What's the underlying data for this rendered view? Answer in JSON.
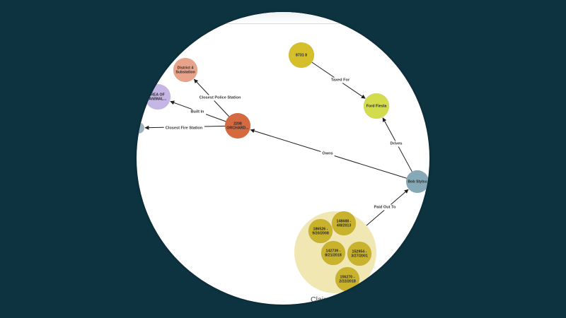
{
  "colors": {
    "background": "#0d3340",
    "canvas": "#ffffff",
    "edge": "#1e1e1e",
    "group_fill": "#ede3a4"
  },
  "nodes": [
    {
      "id": "plate",
      "lines": [
        "8731 8"
      ],
      "color": "#d5bf2b"
    },
    {
      "id": "ford",
      "lines": [
        "Ford Fiesta"
      ],
      "color": "#d2dc4c"
    },
    {
      "id": "substation",
      "lines": [
        "District 4",
        "Substation"
      ],
      "color": "#e8a38a"
    },
    {
      "id": "area",
      "lines": [
        "REA OF",
        "ANIMAL..."
      ],
      "color": "#c6b6e6"
    },
    {
      "id": "address",
      "lines": [
        "2208",
        "ORCHARD..."
      ],
      "color": "#d5693f"
    },
    {
      "id": "bob",
      "lines": [
        "Bob Stylss"
      ],
      "color": "#86a9b8"
    },
    {
      "id": "claim1",
      "lines": [
        "186526 -",
        "9/20/2008"
      ],
      "color": "#c9b22c"
    },
    {
      "id": "claim2",
      "lines": [
        "148688 -",
        "4/8/2013"
      ],
      "color": "#c9b22c"
    },
    {
      "id": "claim3",
      "lines": [
        "142739 -",
        "8/21/2018"
      ],
      "color": "#c9b22c"
    },
    {
      "id": "claim4",
      "lines": [
        "152954 -",
        "3/27/2001"
      ],
      "color": "#c9b22c"
    },
    {
      "id": "claim5",
      "lines": [
        "156270 -",
        "2/22/2018"
      ],
      "color": "#c9b22c"
    }
  ],
  "edges": [
    {
      "id": "taxed-for",
      "label": "Taxed For"
    },
    {
      "id": "drives",
      "label": "Drives"
    },
    {
      "id": "owns",
      "label": "Owns"
    },
    {
      "id": "closest-police-station",
      "label": "Closest Police Station"
    },
    {
      "id": "built-in",
      "label": "Built In"
    },
    {
      "id": "closest-fire-station",
      "label": "Closest Fire Station"
    },
    {
      "id": "paid-out-to",
      "label": "Paid Out To"
    }
  ],
  "group": {
    "label": "Claims P"
  }
}
